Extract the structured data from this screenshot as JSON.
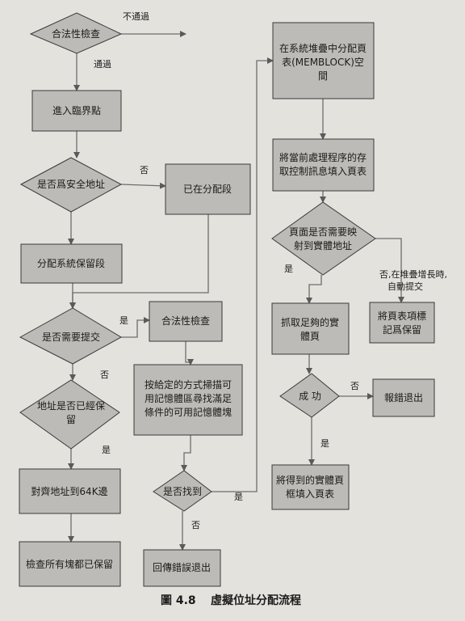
{
  "figure": {
    "caption_number": "圖 4.8",
    "caption_title": "虛擬位址分配流程"
  },
  "nodes": {
    "legal_check_1": "合法性檢查",
    "enter_critical": "進入臨界點",
    "is_safe_addr": "是否爲安全地址",
    "already_allocated": "已在分配段",
    "alloc_reserved": "分配系統保留段",
    "need_commit": "是否需要提交",
    "addr_reserved": [
      "地址是否已經保",
      "留"
    ],
    "align_64k": "對齊地址到64K邊",
    "check_all_reserved": "檢查所有塊都已保留",
    "legal_check_2": "合法性檢查",
    "scan_memory": [
      "按給定的方式掃描可",
      "用記憶體區尋找滿足",
      "條件的可用記憶體塊"
    ],
    "found": "是否找到",
    "return_error_exit": "回傳錯誤退出",
    "alloc_page_table": [
      "在系統堆疊中分配頁",
      "表(MEMBLOCK)空",
      "間"
    ],
    "fill_page_table": [
      "將當前處理程序的存",
      "取控制訊息填入頁表"
    ],
    "need_map": [
      "頁面是否需要映",
      "射到實體地址"
    ],
    "mark_reserved": [
      "將頁表項標",
      "記爲保留"
    ],
    "grab_pages": [
      "抓取足夠的實",
      "體頁"
    ],
    "success": "成 功",
    "report_error_exit": "報錯退出",
    "fill_frames": [
      "將得到的實體頁",
      "框填入頁表"
    ]
  },
  "edge_labels": {
    "fail": "不通過",
    "pass": "通過",
    "no_safe": "否",
    "yes_commit": "是",
    "no_commit": "否",
    "yes_reserved": "是",
    "yes_found": "是",
    "no_found": "否",
    "yes_map": "是",
    "no_map": [
      "否,在堆疊增長時,",
      "自動提交"
    ],
    "no_success": "否",
    "yes_success": "是"
  }
}
